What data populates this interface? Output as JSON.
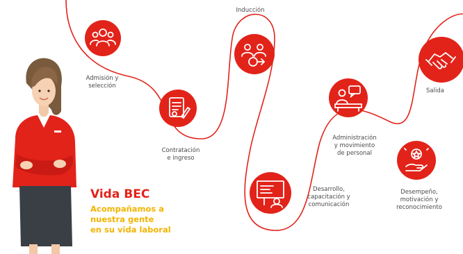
{
  "colors": {
    "accent": "#e2231a",
    "path": "#e2231a",
    "tagline": "#f2b400",
    "text": "#4a4a4a"
  },
  "steps": [
    {
      "id": "admision",
      "label": "Admisión y\nselección",
      "icon": "people-group-icon"
    },
    {
      "id": "induccion",
      "label": "Inducción",
      "icon": "team-meeting-icon"
    },
    {
      "id": "contratacion",
      "label": "Contratación\ne ingreso",
      "icon": "contract-icon"
    },
    {
      "id": "administracion",
      "label": "Administración\ny movimiento\nde personal",
      "icon": "desk-chat-icon"
    },
    {
      "id": "desarrollo",
      "label": "Desarrollo,\ncapacitación y\ncomunicación",
      "icon": "presentation-icon"
    },
    {
      "id": "desempeno",
      "label": "Desempeño,\nmotivación y\nreconocimiento",
      "icon": "award-hand-icon"
    },
    {
      "id": "salida",
      "label": "Salida",
      "icon": "handshake-icon"
    }
  ],
  "tagline": {
    "title": "Vida BEC",
    "subtitle": "Acompañamos a\nnuestra gente\nen su vida laboral"
  }
}
